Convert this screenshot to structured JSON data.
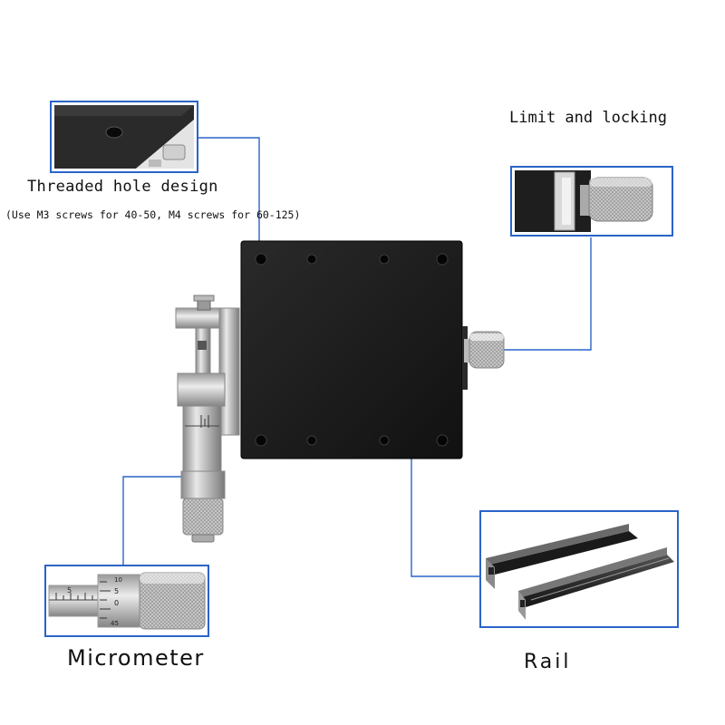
{
  "callouts": {
    "threaded_hole": {
      "title": "Threaded hole design",
      "note": "(Use M3 screws for 40-50, M4 screws for 60-125)"
    },
    "limit_locking": {
      "title": "Limit and locking"
    },
    "micrometer": {
      "title": "Micrometer",
      "scale_digits": [
        "10",
        "5",
        "0",
        "5",
        "45"
      ]
    },
    "rail": {
      "title": "Rail"
    }
  },
  "colors": {
    "leader_line": "#2a64c8",
    "stage_body": "#1c1c1c",
    "metal": "#c9c9c9",
    "background": "#ffffff"
  }
}
